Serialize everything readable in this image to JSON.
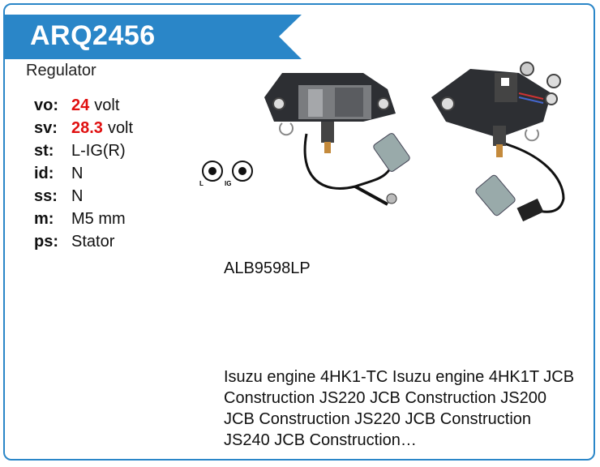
{
  "header": {
    "part_number": "ARQ2456",
    "banner_color": "#2a86c8"
  },
  "product": {
    "type": "Regulator"
  },
  "specs": [
    {
      "key": "vo:",
      "value": "24",
      "unit": "volt",
      "highlight": true
    },
    {
      "key": "sv:",
      "value": "28.3",
      "unit": "volt",
      "highlight": true
    },
    {
      "key": "st:",
      "value": "L-IG(R)",
      "unit": "",
      "highlight": false
    },
    {
      "key": "id:",
      "value": "N",
      "unit": "",
      "highlight": false
    },
    {
      "key": "ss:",
      "value": "N",
      "unit": "",
      "highlight": false
    },
    {
      "key": "m:",
      "value": "M5 mm",
      "unit": "",
      "highlight": false
    },
    {
      "key": "ps:",
      "value": "Stator",
      "unit": "",
      "highlight": false
    }
  ],
  "terminals": {
    "left_label": "L",
    "right_label": "IG"
  },
  "model_code": "ALB9598LP",
  "applications": "Isuzu engine 4HK1-TC Isuzu engine 4HK1T JCB Construction JS220 JCB Construction JS200 JCB Construction JS220 JCB Construction JS240 JCB Construction…",
  "colors": {
    "accent": "#2a86c8",
    "highlight_red": "#e01010"
  }
}
